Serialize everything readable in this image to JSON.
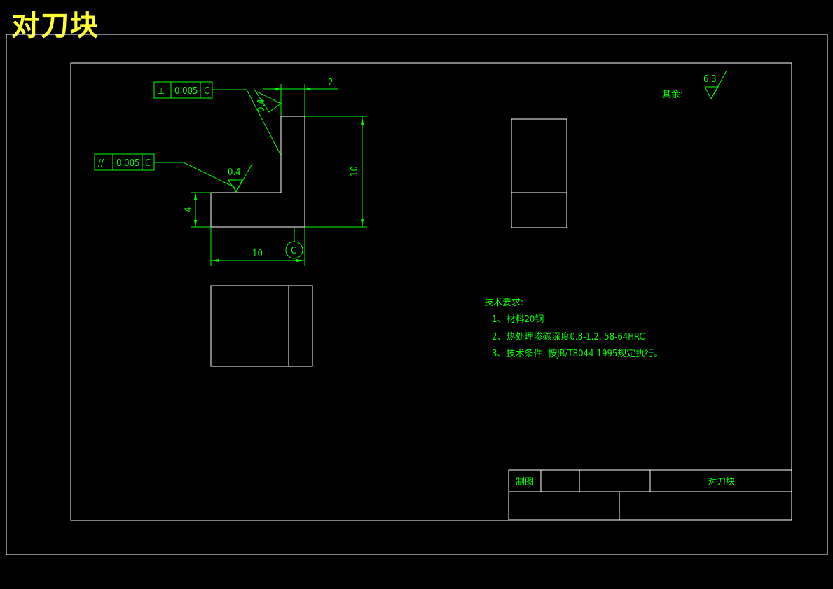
{
  "drawing_title": "对刀块",
  "roughness": {
    "remaining_label": "其余:",
    "remaining_value": "6.3",
    "top_face_value": "0.4",
    "step_face_value": "0.4"
  },
  "tolerances": {
    "perpendicularity": {
      "symbol": "⊥",
      "value": "0.005",
      "datum": "C"
    },
    "parallelism": {
      "symbol": "//",
      "value": "0.005",
      "datum": "C"
    }
  },
  "dimensions": {
    "top_offset": "2",
    "height": "10",
    "step_height": "4",
    "width": "10",
    "datum_label": "C"
  },
  "technical_requirements": {
    "heading": "技术要求:",
    "items": [
      "1、材料20钢",
      "2、热处理渗碳深度0.8-1.2, 58-64HRC",
      "3、技术条件: 按JB/T8044-1995规定执行。"
    ]
  },
  "title_block": {
    "drafter": "制图",
    "part_name": "对刀块"
  }
}
